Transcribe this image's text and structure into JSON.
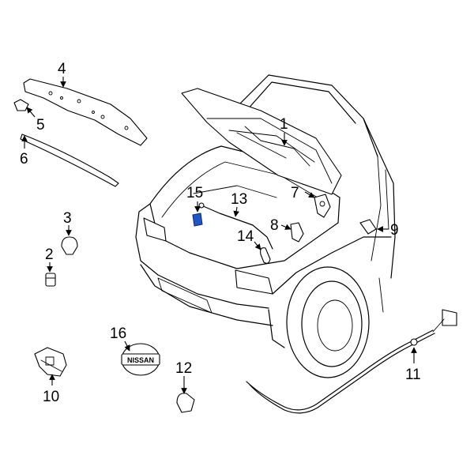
{
  "callouts": {
    "c1": "1",
    "c2": "2",
    "c3": "3",
    "c4": "4",
    "c5": "5",
    "c6": "6",
    "c7": "7",
    "c8": "8",
    "c9": "9",
    "c10": "10",
    "c11": "11",
    "c12": "12",
    "c13": "13",
    "c14": "14",
    "c15": "15",
    "c16": "16"
  },
  "emblem": {
    "text": "NISSAN"
  },
  "colors": {
    "highlight": "#1f56c7",
    "line": "#000000",
    "background": "#ffffff"
  }
}
